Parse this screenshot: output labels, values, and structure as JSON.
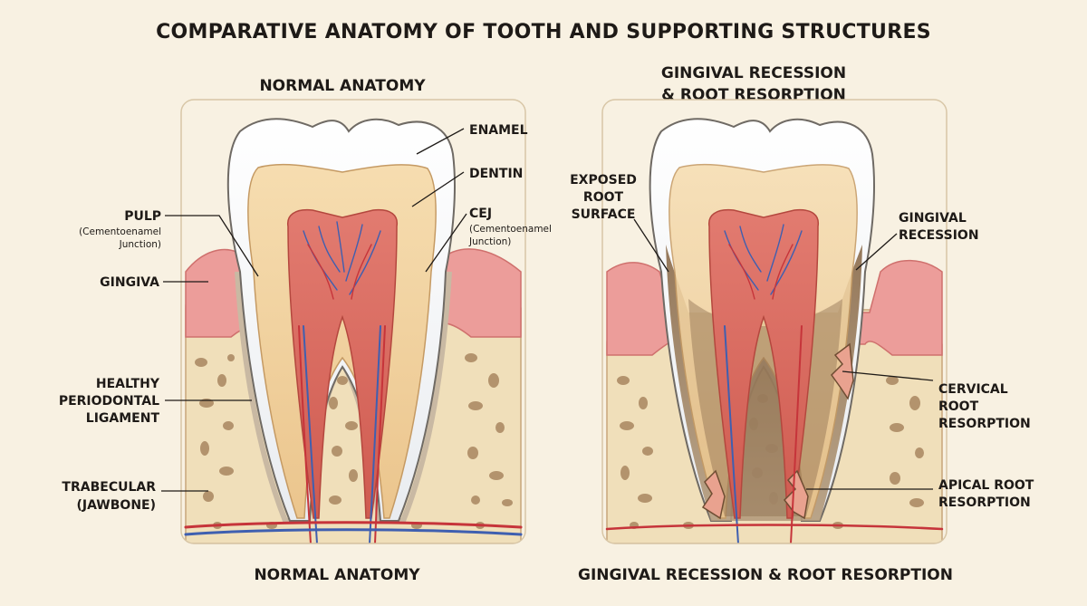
{
  "title": "COMPARATIVE ANATOMY OF TOOTH AND SUPPORTING STRUCTURES",
  "left_panel": {
    "heading": "NORMAL ANATOMY",
    "caption": "NORMAL ANATOMY",
    "labels": {
      "enamel": "ENAMEL",
      "dentin": "DENTIN",
      "pulp": "PULP",
      "pulp_note_1": "(Cementoenamel",
      "pulp_note_2": "Junction)",
      "cej": "CEJ",
      "cej_note_1": "(Cementoenamel",
      "cej_note_2": "Junction)",
      "gingiva": "GINGIVA",
      "pdl_1": "HEALTHY",
      "pdl_2": "PERIODONTAL",
      "pdl_3": "LIGAMENT",
      "bone_1": "TRABECULAR",
      "bone_2": "(JAWBONE)"
    }
  },
  "right_panel": {
    "heading_1": "GINGIVAL RECESSION",
    "heading_2": "& ROOT RESORPTION",
    "caption": "GINGIVAL RECESSION & ROOT RESORPTION",
    "labels": {
      "exposed_1": "EXPOSED",
      "exposed_2": "ROOT",
      "exposed_3": "SURFACE",
      "recession_1": "GINGIVAL",
      "recession_2": "RECESSION",
      "cervical_1": "CERVICAL",
      "cervical_2": "ROOT",
      "cervical_3": "RESORPTION",
      "apical_1": "APICAL ROOT",
      "apical_2": "RESORPTION"
    }
  },
  "colors": {
    "background": "#f8f1e2",
    "enamel": "#ffffff",
    "dentin": "#f1d3a0",
    "pulp": "#d96a5f",
    "gingiva": "#ec9d9a",
    "bone": "#f0dfba",
    "bone_pores": "#a98660",
    "artery": "#c6343a",
    "vein": "#3f5fb0",
    "exposed_root": "#a98f6f"
  }
}
